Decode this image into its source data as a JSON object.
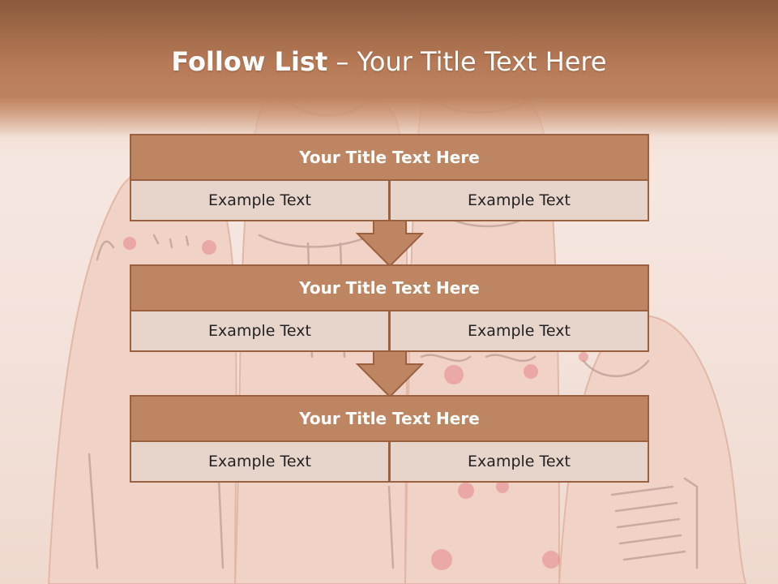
{
  "slide": {
    "title_strong": "Follow List",
    "title_rest": " – Your Title Text Here"
  },
  "blocks": [
    {
      "heading": "Your Title Text Here",
      "left": "Example Text",
      "right": "Example Text"
    },
    {
      "heading": "Your Title Text Here",
      "left": "Example Text",
      "right": "Example Text"
    },
    {
      "heading": "Your Title Text Here",
      "left": "Example Text",
      "right": "Example Text"
    }
  ],
  "colors": {
    "header_band": "#b77a57",
    "block_heading_fill": "#bd8561",
    "block_cell_fill": "#e7d4cb",
    "border": "#9a6040",
    "arrow_fill": "#bd8561"
  }
}
